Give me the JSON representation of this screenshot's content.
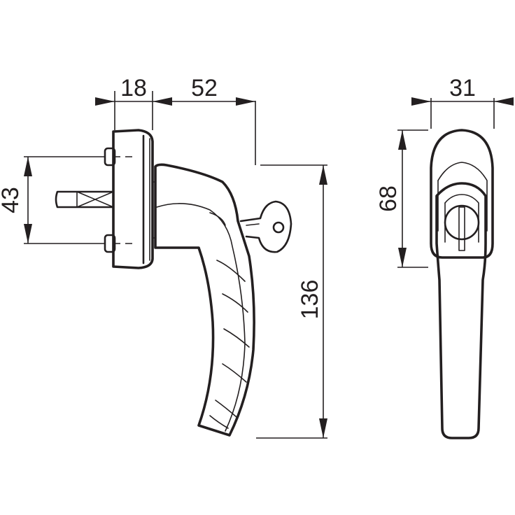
{
  "dimensions": {
    "plate_depth": "18",
    "handle_projection": "52",
    "spindle_spacing": "43",
    "handle_length": "136",
    "rose_width": "31",
    "rose_height": "68"
  },
  "colors": {
    "line": "#231f20",
    "background": "#ffffff"
  }
}
